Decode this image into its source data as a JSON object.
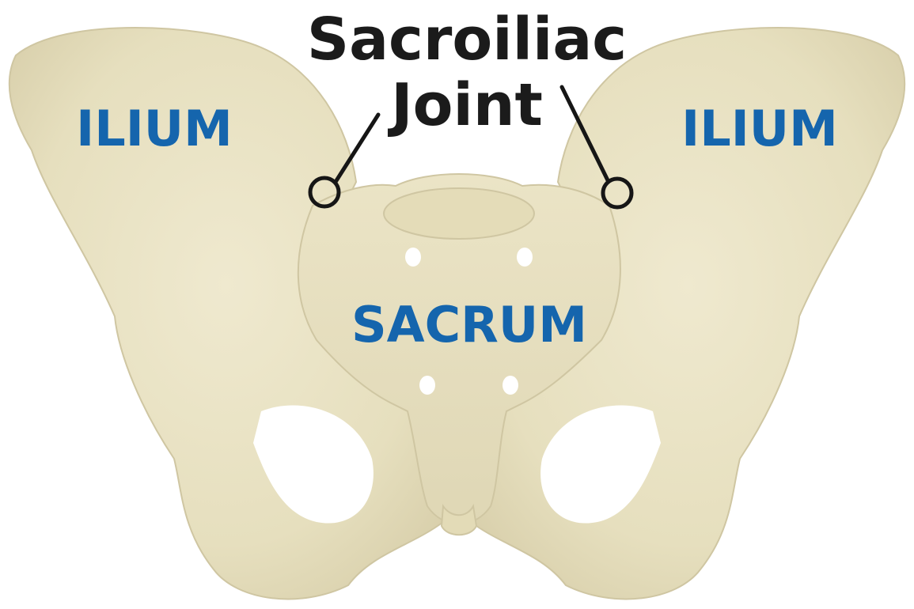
{
  "title": {
    "line1": "Sacroiliac",
    "line2": "Joint"
  },
  "labels": {
    "ilium_left": "ILIUM",
    "ilium_right": "ILIUM",
    "sacrum": "SACRUM"
  },
  "colors": {
    "bone": "#eae3c4",
    "bone_shadow": "#d7cfac",
    "label_blue": "#1565ad",
    "title_black": "#1b1b1b",
    "background": "#ffffff"
  }
}
